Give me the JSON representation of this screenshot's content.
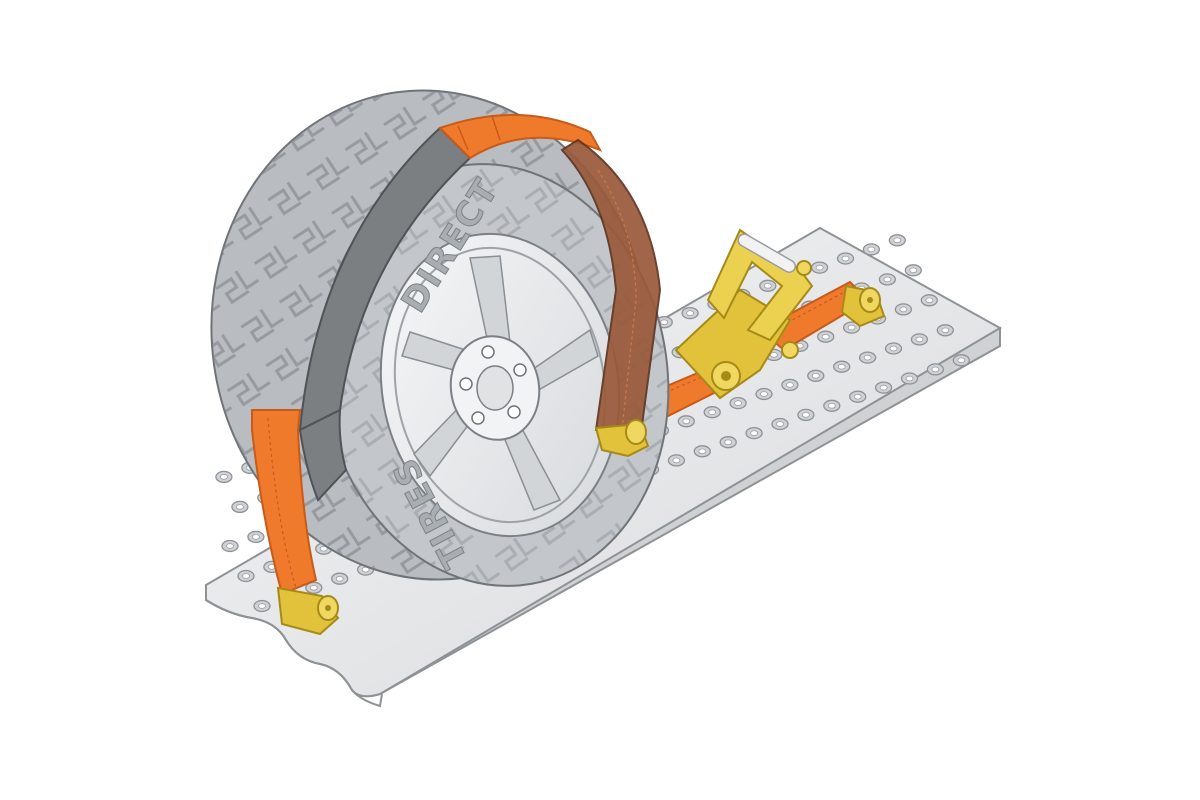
{
  "illustration": {
    "subject": "wheel-tie-down-strap-with-ratchet",
    "tire_brand_text": "DIRECT",
    "tire_model_text": "TIRES"
  },
  "colors": {
    "background": "#ffffff",
    "tire": "#b9bdc1",
    "tire_dark": "#9ea3a8",
    "tread_outline": "#7b8086",
    "sleeve": "#7c7f82",
    "rim": "#e9ebed",
    "track": "#e6e7e8",
    "strap": "#f07a2c",
    "strap_dark": "#c85a1a",
    "strap_brown": "#9a5a3a",
    "hardware": "#e2c23a",
    "hardware_dark": "#a58a18"
  }
}
